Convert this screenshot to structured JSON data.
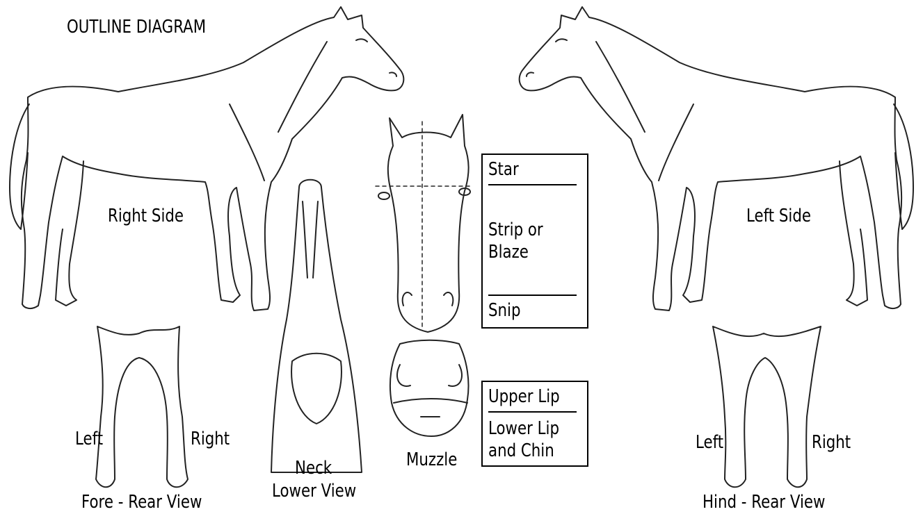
{
  "title": "OUTLINE DIAGRAM",
  "views": {
    "right_side": "Right Side",
    "left_side": "Left Side",
    "fore_left": "Left",
    "fore_right": "Right",
    "fore_caption": "Fore - Rear View",
    "hind_left": "Left",
    "hind_right": "Right",
    "hind_caption": "Hind - Rear View",
    "neck_line1": "Neck",
    "neck_line2": "Lower View",
    "muzzle": "Muzzle"
  },
  "face_box": {
    "star": "Star",
    "strip_line1": "Strip or",
    "strip_line2": "Blaze",
    "snip": "Snip"
  },
  "lip_box": {
    "upper_lip": "Upper Lip",
    "lower_line1": "Lower Lip",
    "lower_line2": "and Chin"
  },
  "colors": {
    "ink": "#222222",
    "background": "#ffffff"
  }
}
